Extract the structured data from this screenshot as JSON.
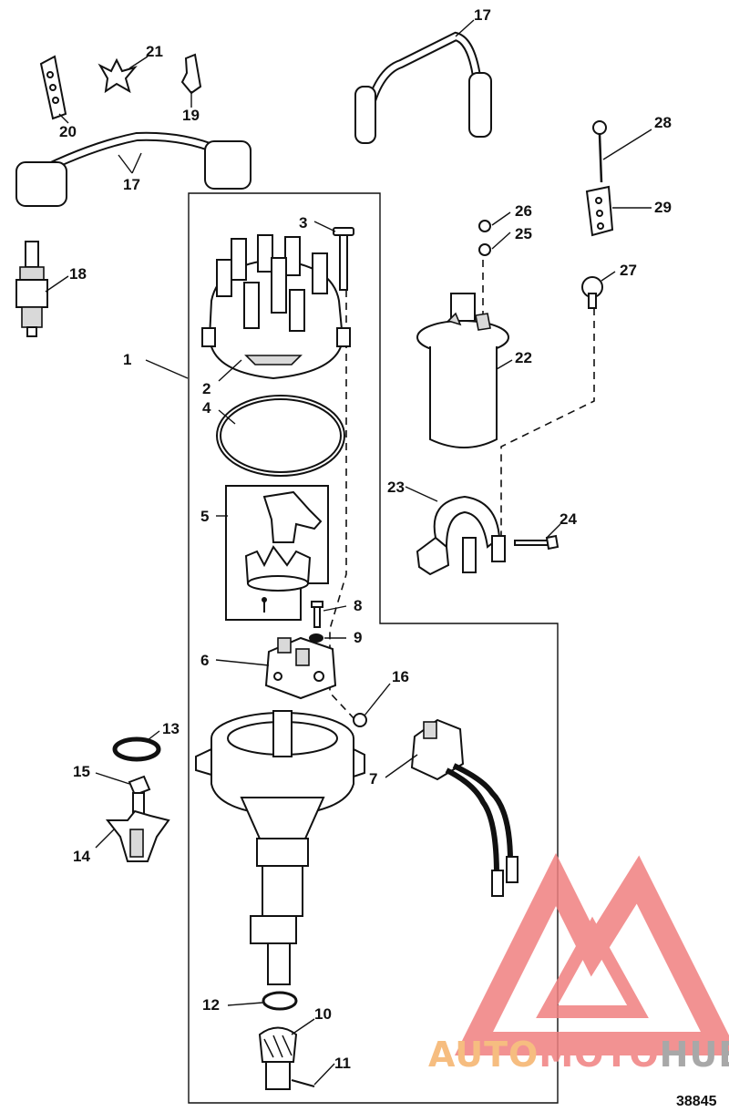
{
  "callouts": {
    "c1": "1",
    "c2": "2",
    "c3": "3",
    "c4": "4",
    "c5": "5",
    "c6": "6",
    "c7": "7",
    "c8": "8",
    "c9": "9",
    "c10": "10",
    "c11": "11",
    "c12": "12",
    "c13": "13",
    "c14": "14",
    "c15": "15",
    "c16": "16",
    "c17a": "17",
    "c17b": "17",
    "c18": "18",
    "c19": "19",
    "c20": "20",
    "c21": "21",
    "c22": "22",
    "c23": "23",
    "c24": "24",
    "c25": "25",
    "c26": "26",
    "c27": "27",
    "c28": "28",
    "c29": "29"
  },
  "figure_number": "38845",
  "watermark": {
    "part1": "AUTO",
    "part2": "MOTO",
    "part3": "HUB",
    "color_orange": "#f5b26b",
    "color_red": "#f08080",
    "color_gray": "#9a9a9a"
  }
}
